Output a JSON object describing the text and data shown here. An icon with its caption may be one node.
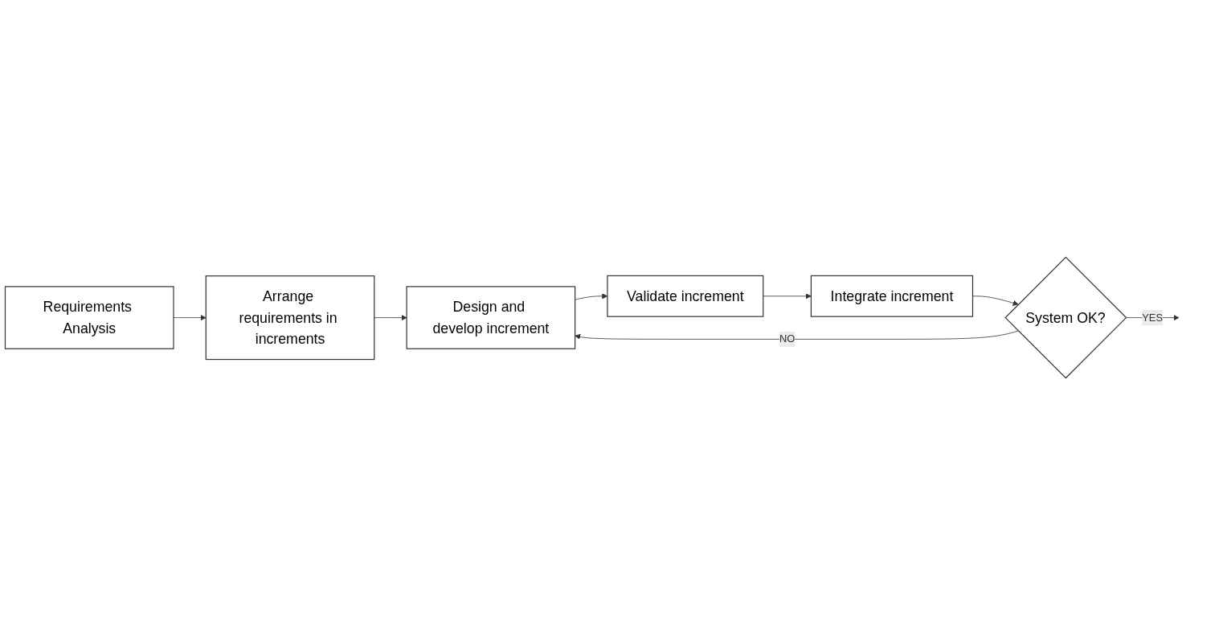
{
  "diagram": {
    "nodes": [
      {
        "text": [
          "Requirements Analysis"
        ]
      },
      {
        "text": [
          "Arrange requirements in increments"
        ]
      },
      {
        "text": [
          "Design and develop increment"
        ]
      },
      {
        "text": [
          "Validate increment"
        ]
      },
      {
        "text": [
          "Integrate increment"
        ]
      },
      {
        "text": [
          "System OK?"
        ]
      }
    ],
    "edges": [
      {
        "from": 0,
        "to": 1,
        "arrow": "to"
      },
      {
        "from": 1,
        "to": 2,
        "arrow": "to"
      },
      {
        "from": 2,
        "to": 3,
        "arrow": "to"
      },
      {
        "from": 3,
        "to": 4,
        "arrow": "to"
      },
      {
        "from": 4,
        "to": 5,
        "arrow": "to"
      },
      {
        "from": 5,
        "to": 2,
        "arrow": "to",
        "label": "NO"
      },
      {
        "from": 5,
        "to": null,
        "arrow": "to",
        "label": "YES"
      }
    ]
  }
}
